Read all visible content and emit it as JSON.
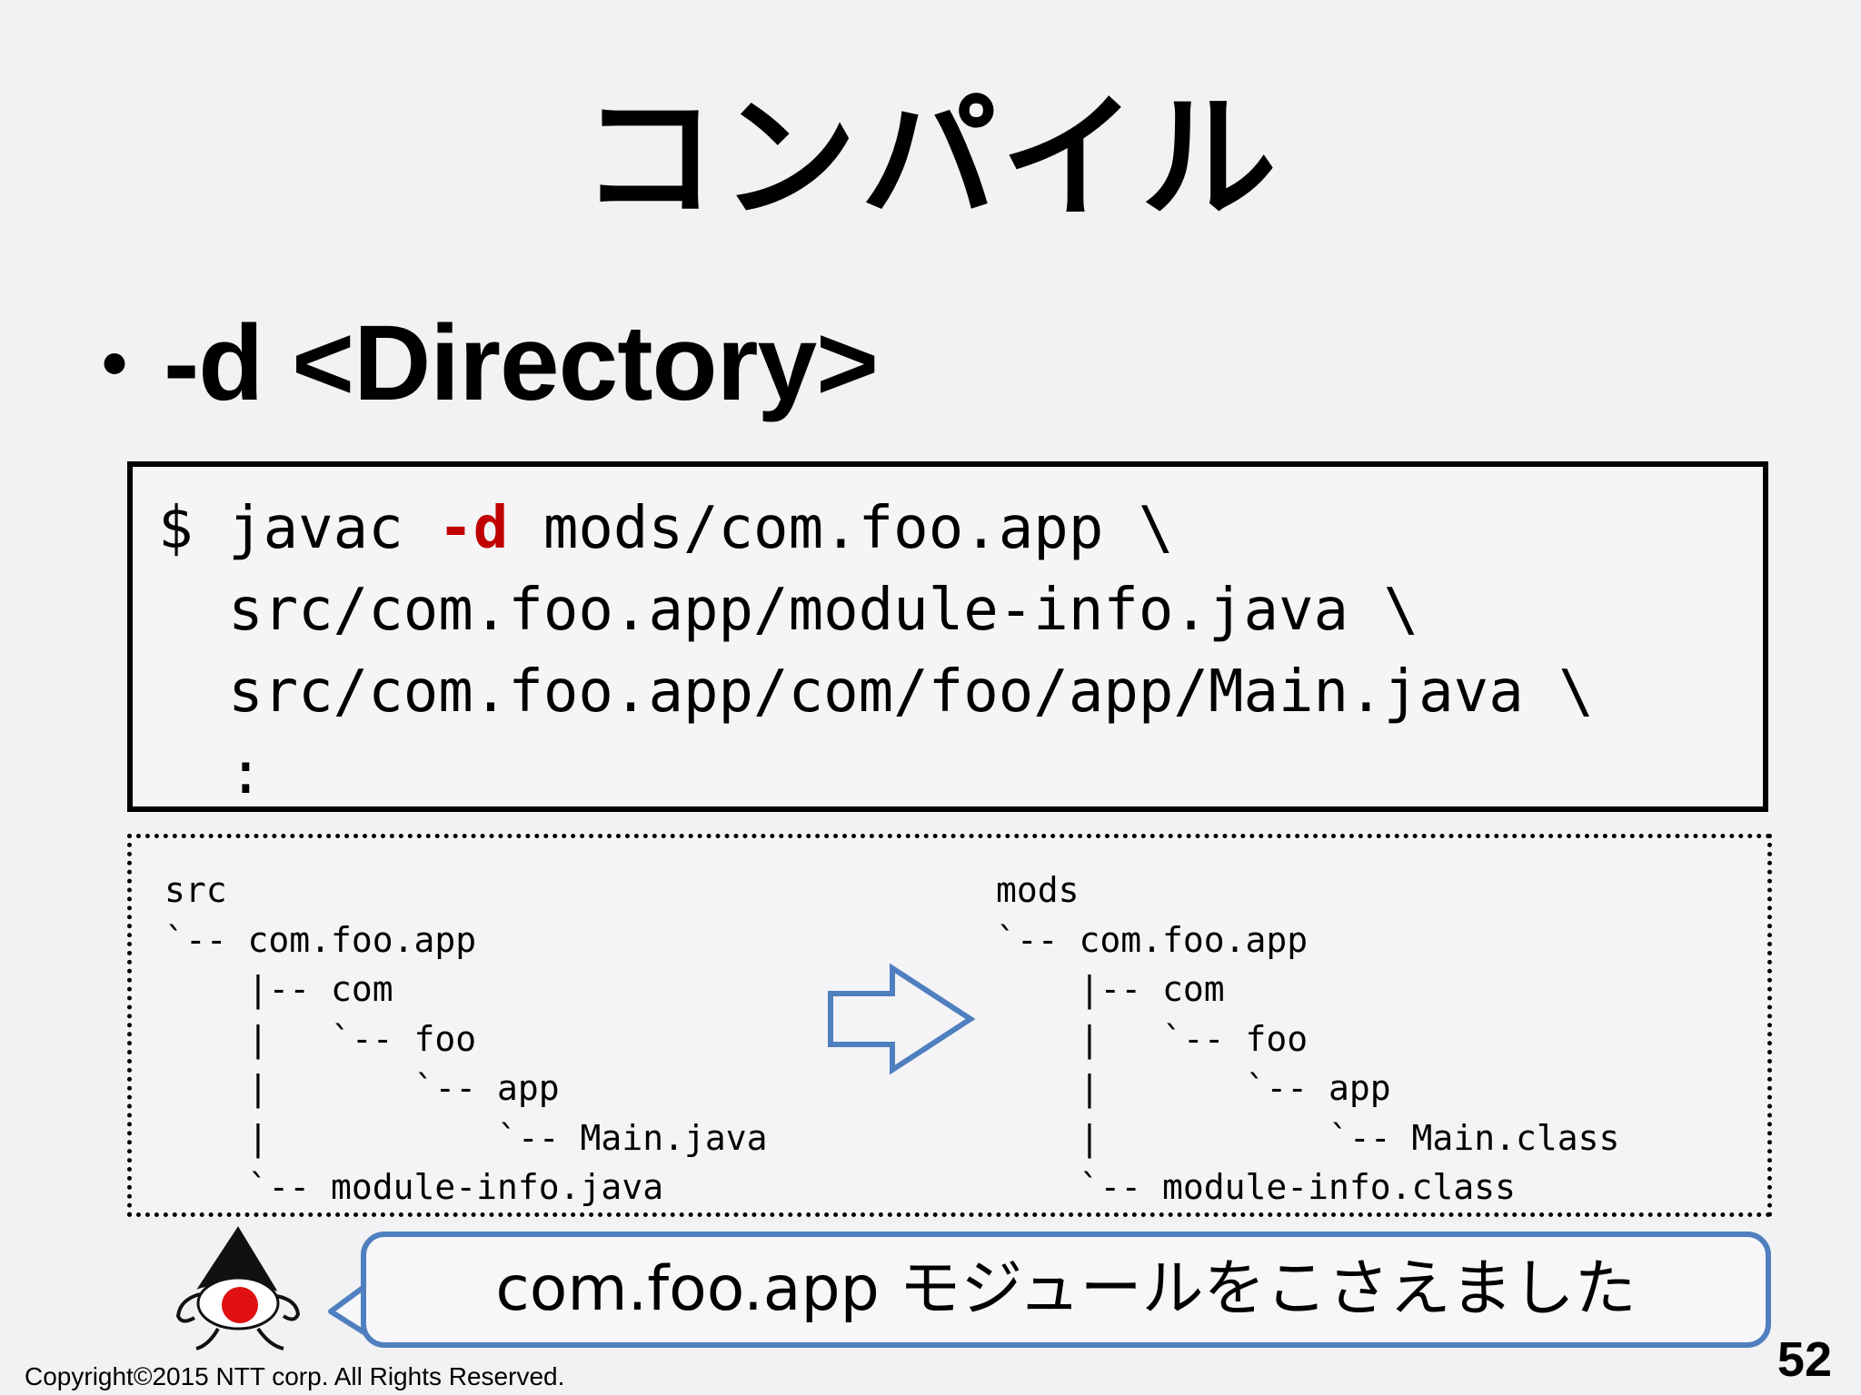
{
  "slide": {
    "title": "コンパイル",
    "bullet": "-d <Directory>",
    "command": {
      "prompt": "$ javac ",
      "flag": "-d",
      "line1_rest": " mods/com.foo.app \\",
      "line2": "  src/com.foo.app/module-info.java \\",
      "line3": "  src/com.foo.app/com/foo/app/Main.java \\",
      "line4": "  :"
    },
    "tree_src": [
      "src",
      "`-- com.foo.app",
      "    |-- com",
      "    |   `-- foo",
      "    |       `-- app",
      "    |           `-- Main.java",
      "    `-- module-info.java"
    ],
    "tree_mods": [
      "mods",
      "`-- com.foo.app",
      "    |-- com",
      "    |   `-- foo",
      "    |       `-- app",
      "    |           `-- Main.class",
      "    `-- module-info.class"
    ],
    "bubble_text": "com.foo.app モジュールをこさえました",
    "copyright": "Copyright©2015  NTT corp. All Rights Reserved.",
    "page_number": "52"
  },
  "colors": {
    "background": "#f2f2f4",
    "flag": "#c00000",
    "arrow": "#4f7fbf",
    "bubble_border": "#4f7fbf"
  },
  "icons": {
    "arrow": "right-arrow-icon",
    "mascot": "duke-mascot-icon"
  }
}
